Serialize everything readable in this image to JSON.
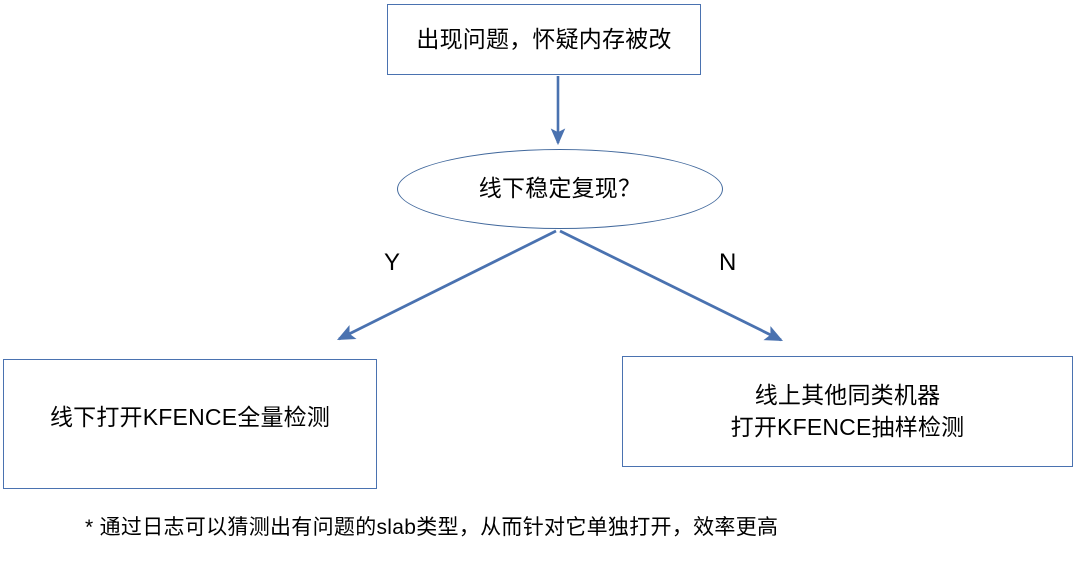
{
  "diagram": {
    "type": "flowchart",
    "title_box": {
      "id": "problem",
      "shape": "rectangle",
      "text": "出现问题，怀疑内存被改"
    },
    "decision": {
      "id": "decision",
      "shape": "ellipse",
      "text": "线下稳定复现？"
    },
    "branches": {
      "yes_label": "Y",
      "no_label": "N"
    },
    "outcomes": [
      {
        "id": "offline",
        "shape": "rectangle",
        "branch": "Y",
        "text": "线下打开KFENCE全量检测"
      },
      {
        "id": "online",
        "shape": "rectangle",
        "branch": "N",
        "text": "线上其他同类机器\n打开KFENCE抽样检测"
      }
    ],
    "footnote": "* 通过日志可以猜测出有问题的slab类型，从而针对它单独打开，效率更高",
    "colors": {
      "box_border": "#4a72b0",
      "ellipse_border": "#41689c",
      "arrow": "#4a72b0",
      "text": "#000000",
      "background": "#ffffff"
    }
  }
}
